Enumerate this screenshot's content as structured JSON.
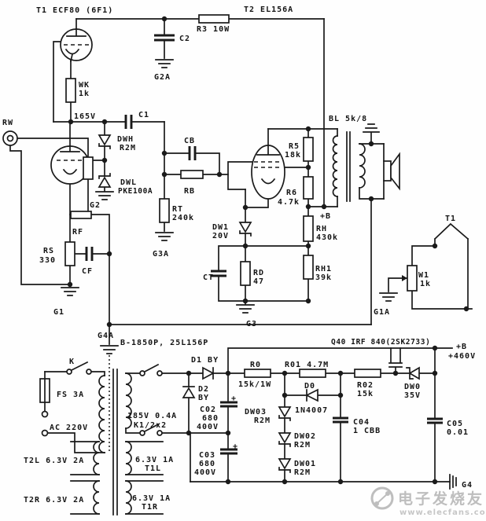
{
  "colors": {
    "ink": "#1a1a1a",
    "watermark_gray": "#b3b3b3"
  },
  "labels": {
    "t1_title": "T1 ECF80 (6F1)",
    "t2_title": "T2 EL156A",
    "r3": "R3 10W",
    "c2": "C2",
    "g2a": "G2A",
    "wk_name": "WK",
    "wk_val": "1k",
    "v165": "165V",
    "c1": "C1",
    "rw": "RW",
    "dwh_name": "DWH",
    "dwh_val": "R2M",
    "dwl_name": "DWL",
    "dwl_val": "PKE100A",
    "g2": "G2",
    "cb": "CB",
    "rb": "RB",
    "rt_name": "RT",
    "rt_val": "240k",
    "g3a": "G3A",
    "rf": "RF",
    "rs_name": "RS",
    "rs_val": "330",
    "cf": "CF",
    "g1": "G1",
    "dw1_name": "DW1",
    "dw1_val": "20V",
    "ct": "CT",
    "rd_name": "RD",
    "rd_val": "47",
    "g3": "G3",
    "r5_name": "R5",
    "r5_val": "18k",
    "r6_name": "R6",
    "r6_val": "4.7k",
    "plus_b": "+B",
    "rh_name": "RH",
    "rh_val": "430k",
    "rh1_name": "RH1",
    "rh1_val": "39k",
    "bl": "BL 5k/8",
    "t1_sense": "T1",
    "w1_name": "W1",
    "w1_val": "1k",
    "g1a": "G1A",
    "g4a": "G4A",
    "trafo": "B-1850P, 25L156P",
    "k": "K",
    "fs": "FS 3A",
    "ac": "AC 220V",
    "v185": "185V 0.4A",
    "k12": "K1/2x2",
    "d1": "D1 BY",
    "d2_name": "D2",
    "d2_val": "BY",
    "c02_name": "C02",
    "c02_v1": "680",
    "c02_v2": "400V",
    "c02_plus": "+",
    "r0_name": "R0",
    "r0_val": "15k/1W",
    "r01": "R01 4.7M",
    "d0_name": "D0",
    "d0_val": "1N4007",
    "dw03_name": "DW03",
    "dw03_val": "R2M",
    "dw02_name": "DW02",
    "dw02_val": "R2M",
    "dw01_name": "DW01",
    "dw01_val": "R2M",
    "c03_name": "C03",
    "c03_v1": "680",
    "c03_v2": "400V",
    "c03_plus": "+",
    "q40": "Q40 IRF 840(2SK2733)",
    "r02_name": "R02",
    "r02_val": "15k",
    "dw0_name": "DW0",
    "dw0_val": "35V",
    "plus_b2": "+B",
    "v460": "+460V",
    "c04_name": "C04",
    "c04_val": "1 CBB",
    "c05_name": "C05",
    "c05_val": "0.01",
    "g4": "G4",
    "t2l": "T2L 6.3V 2A",
    "t1l_v": "6.3V 1A",
    "t1l_n": "T1L",
    "t2r": "T2R 6.3V 2A",
    "t1r_v": "6.3V 1A",
    "t1r_n": "T1R"
  },
  "watermark": {
    "text_cn": "电子发烧友",
    "text_url": "www.elecfans.com"
  }
}
